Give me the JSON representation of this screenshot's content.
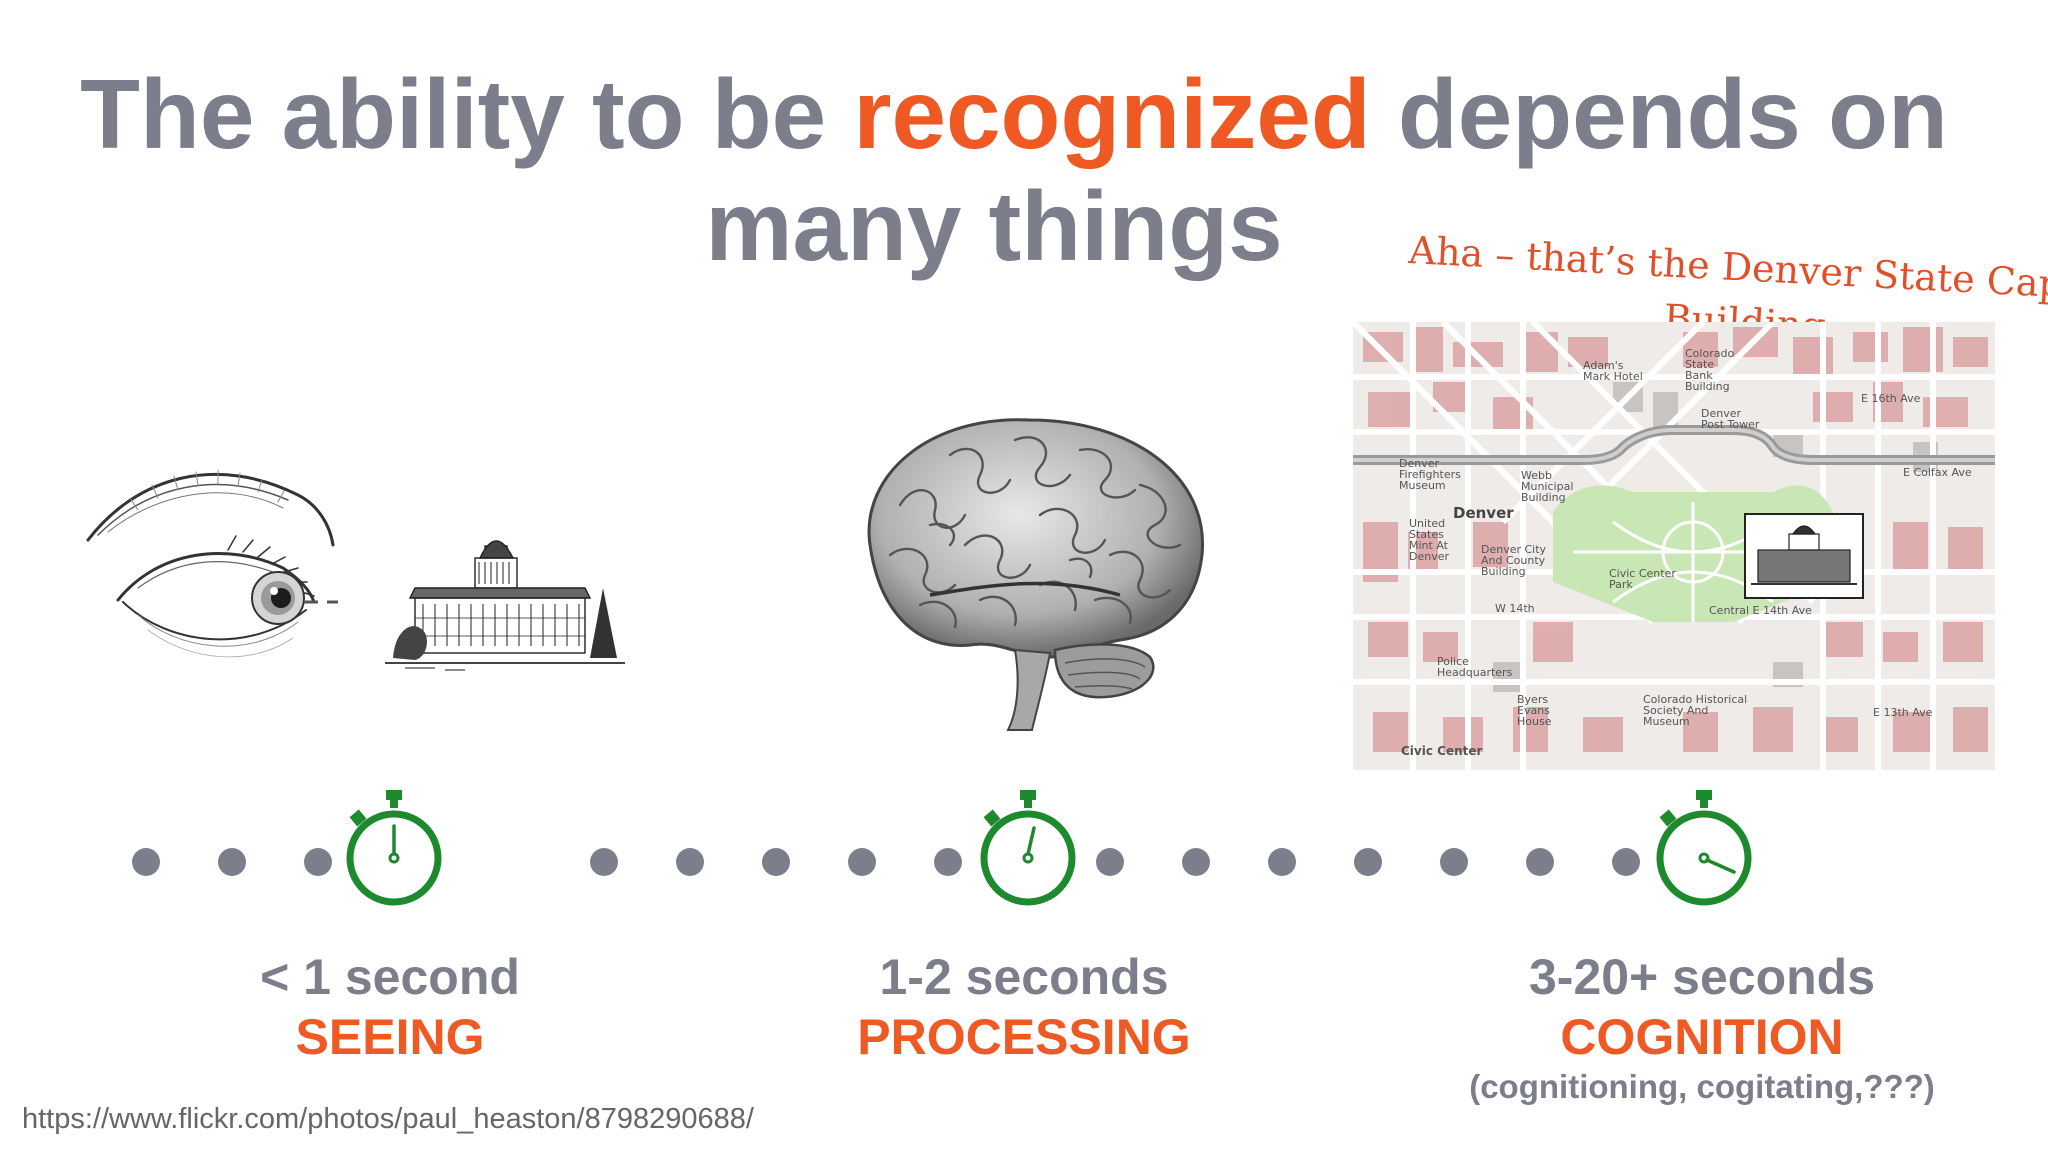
{
  "title": {
    "part1": "The ability to be ",
    "highlight": "recognized",
    "part2": " depends on",
    "line2": "many things"
  },
  "annotation": {
    "line1": "Aha – that’s the Denver State Capitol",
    "line2": "Building"
  },
  "map": {
    "labels": {
      "denver": "Denver",
      "civic_center": "Civic Center",
      "e_16th": "E 16th Ave",
      "e_colfax": "E Colfax Ave",
      "w_14th": "W 14th",
      "e_14th": "Central E 14th Ave",
      "e_13th": "E 13th Ave",
      "civic_park": "Civic Center Park",
      "city_county": "Denver City And County Building",
      "police": "Police Headquarters",
      "history": "Colorado Historical Society And Museum",
      "firefighters": "Denver Firefighters Museum",
      "mint": "United States Mint At Denver",
      "byers": "Byers Evans House",
      "adams": "Adam's Mark Hotel",
      "bank": "Colorado State Bank Building",
      "webb": "Webb Municipal Building",
      "post": "Denver Post Tower"
    }
  },
  "stages": [
    {
      "time": "< 1 second",
      "label": "SEEING"
    },
    {
      "time": "1-2 seconds",
      "label": "PROCESSING"
    },
    {
      "time": "3-20+ seconds",
      "label": "COGNITION",
      "note": "(cognitioning, cogitating,???)"
    }
  ],
  "credit": "https://www.flickr.com/photos/paul_heaston/8798290688/",
  "colors": {
    "accent": "#ef5a24",
    "gray": "#7d7e8b",
    "stopwatch": "#1e8a2e"
  },
  "icons": [
    "eye-illustration",
    "capitol-building-sketch",
    "brain-illustration",
    "map-of-denver",
    "stopwatch-icon"
  ]
}
